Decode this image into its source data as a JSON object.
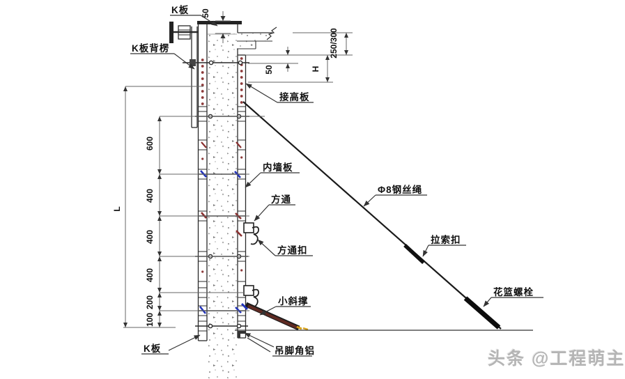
{
  "diagram": {
    "labels": {
      "k_ban_top": "K板",
      "k_ban_beileng": "K板背楞",
      "jie_gao_ban": "接高板",
      "nei_qiang_ban": "内墙板",
      "fang_tong": "方通",
      "fang_tong_kou": "方通扣",
      "phi8_cable": "Φ8钢丝绳",
      "la_suo_kou": "拉索扣",
      "hua_lan_luo_shuan": "花篮螺栓",
      "xiao_xie_cheng": "小斜撑",
      "diao_jiao_jiao_lv": "吊脚角铝",
      "k_ban_bottom": "K板"
    },
    "dims": {
      "top_overlap": "50",
      "slab_thickness": "250/300",
      "tie_offset": "50",
      "slab_to_tie": "H",
      "chain": [
        "600",
        "400",
        "400",
        "400",
        "200",
        "100"
      ],
      "wall_height": "L"
    },
    "colors": {
      "line": "#333333",
      "dim_line": "#666666",
      "red_dot": "#8d3a3a",
      "blue_mark": "#2233bb",
      "brace": "#5f2a22",
      "yellow_mark": "#d7a018"
    },
    "watermark": "头条 @工程萌主"
  }
}
